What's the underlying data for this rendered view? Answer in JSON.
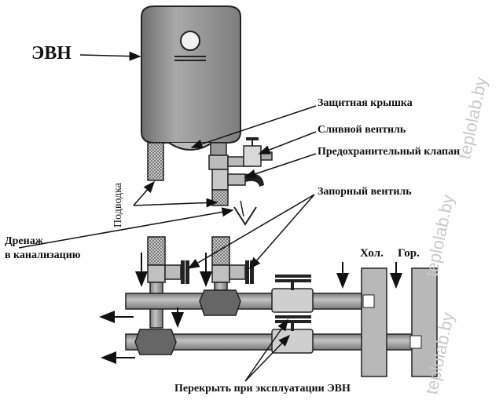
{
  "labels": {
    "evn": "ЭВН",
    "protective_cover": "Защитная крышка",
    "drain_valve": "Сливной вентиль",
    "safety_valve": "Предохранительный клапан",
    "shutoff_valve": "Запорный вентиль",
    "supply": "Подводка",
    "drain_line1": "Дренаж",
    "drain_line2": "в канализацию",
    "cold": "Хол.",
    "hot": "Гор.",
    "close_note": "Перекрыть при эксплуатации ЭВН"
  },
  "watermark": "teplolab.by",
  "colors": {
    "tank": "#8a8a8a",
    "pipe": "#9a9a9a",
    "line": "#111111"
  }
}
